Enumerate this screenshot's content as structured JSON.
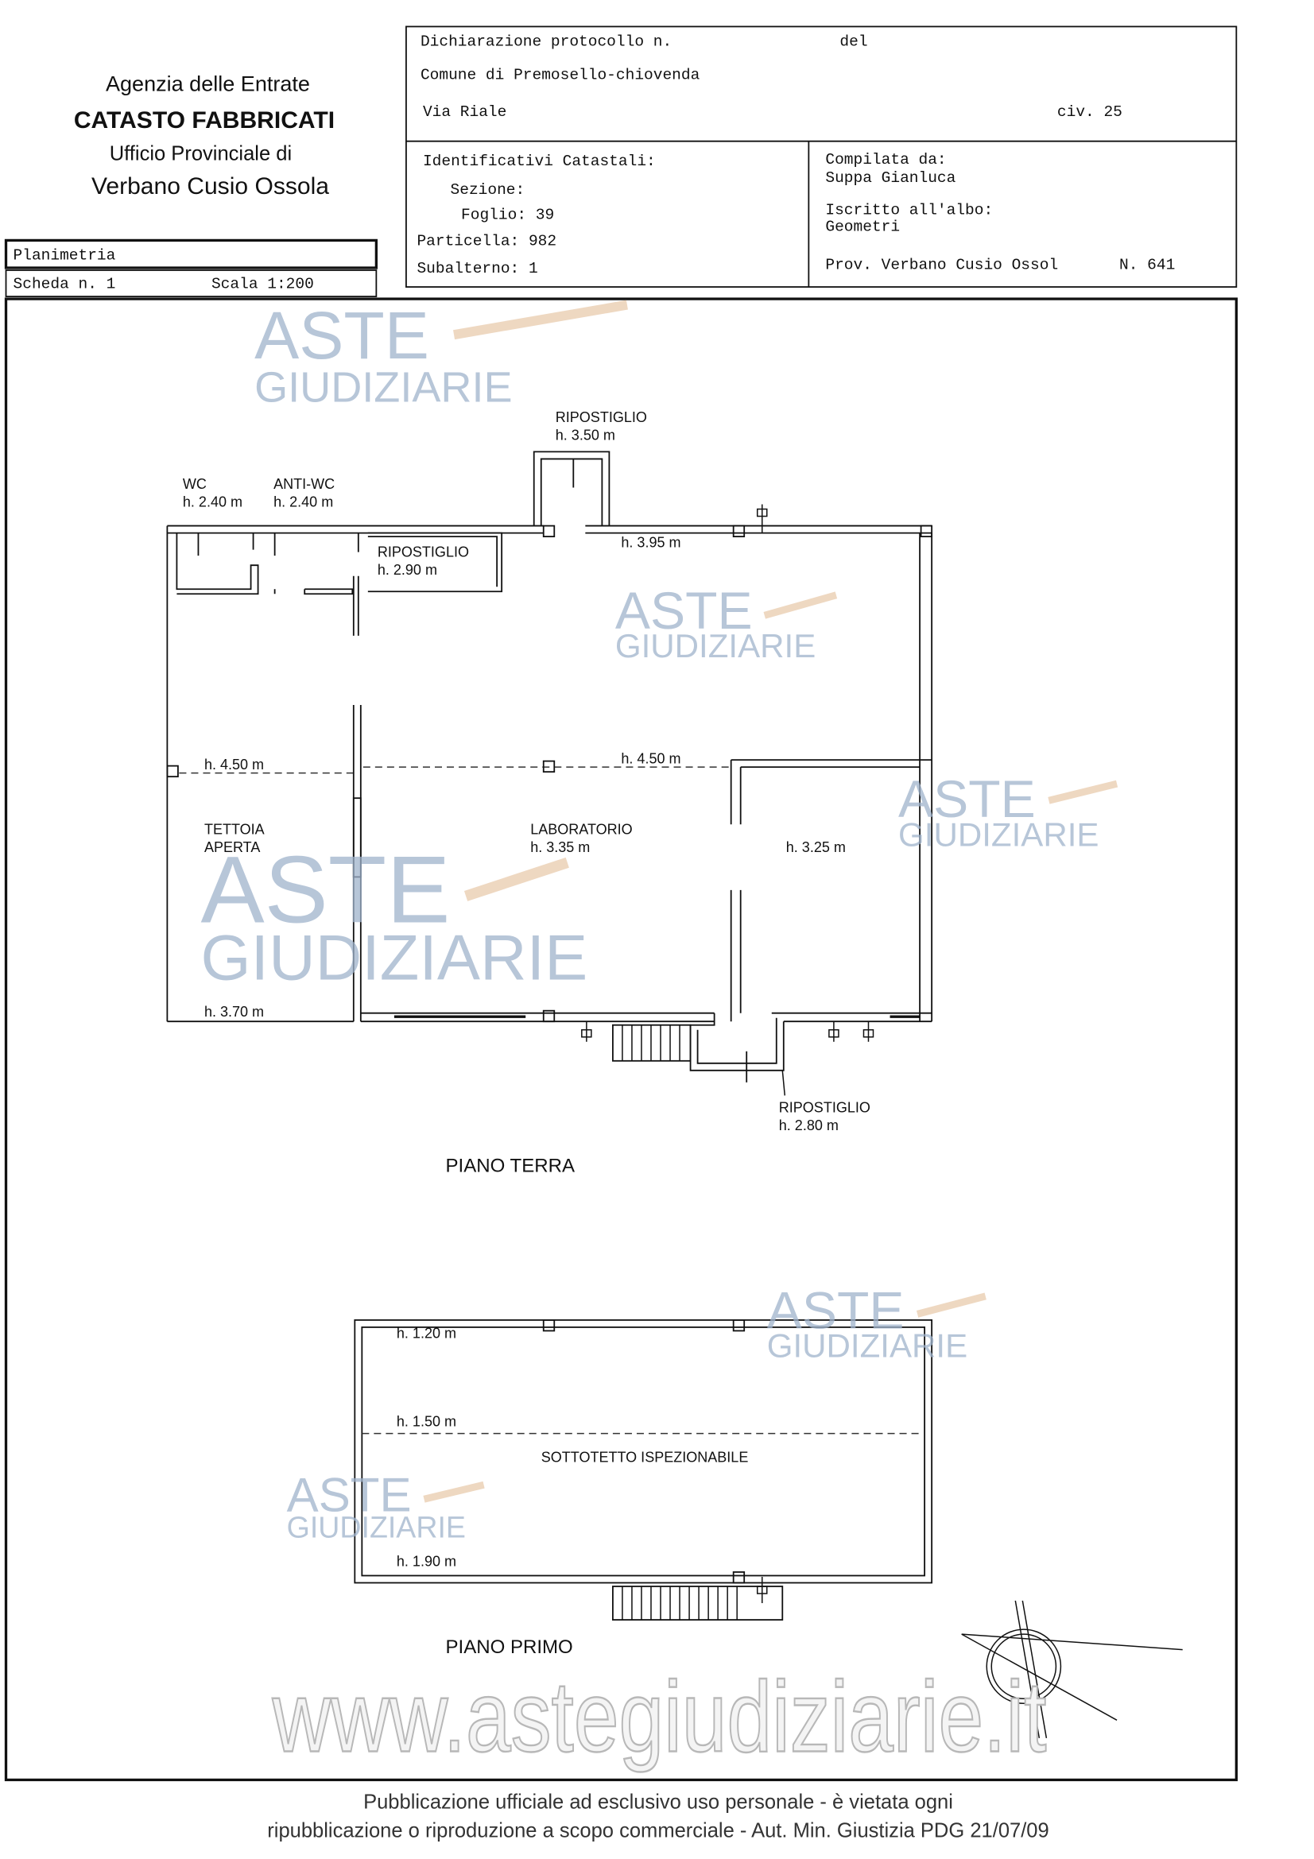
{
  "agency": {
    "line1": "Agenzia delle Entrate",
    "line2": "CATASTO FABBRICATI",
    "line3": "Ufficio Provinciale di",
    "line4": "Verbano Cusio Ossola"
  },
  "doc_type": "Planimetria",
  "scheda": "Scheda n. 1",
  "scala": "Scala 1:200",
  "header": {
    "protocollo": "Dichiarazione protocollo n.",
    "del": "del",
    "comune": "Comune di Premosello-chiovenda",
    "via": "Via Riale",
    "civ": "civ. 25"
  },
  "identificativi": {
    "title": "Identificativi Catastali:",
    "sezione": "Sezione:",
    "foglio": "Foglio: 39",
    "particella": "Particella: 982",
    "subalterno": "Subalterno: 1"
  },
  "compilata": {
    "label": "Compilata da:",
    "name": "Suppa Gianluca",
    "albo_label": "Iscritto all'albo:",
    "albo": "Geometri",
    "prov": "Prov. Verbano Cusio Ossol",
    "num": "N. 641"
  },
  "ground": {
    "title": "PIANO TERRA",
    "rooms": [
      {
        "name": "RIPOSTIGLIO",
        "h": "h. 3.50 m"
      },
      {
        "name": "WC",
        "h": "h. 2.40 m"
      },
      {
        "name": "ANTI-WC",
        "h": "h. 2.40 m"
      },
      {
        "name": "RIPOSTIGLIO",
        "h": "h. 2.90 m"
      },
      {
        "name": "TETTOIA",
        "name2": "APERTA"
      },
      {
        "name": "LABORATORIO",
        "h": "h. 3.35 m"
      },
      {
        "name": "RIPOSTIGLIO",
        "h": "h. 2.80 m"
      }
    ],
    "heights": [
      "h. 3.95 m",
      "h. 4.50 m",
      "h. 4.50 m",
      "h. 3.25 m",
      "h. 3.70 m"
    ]
  },
  "first": {
    "title": "PIANO PRIMO",
    "room": "SOTTOTETTO ISPEZIONABILE",
    "heights": [
      "h. 1.20 m",
      "h. 1.50 m",
      "h. 1.90 m"
    ]
  },
  "watermark": {
    "top": "ASTE",
    "bottom": "GIUDIZIARIE",
    "url": "www.astegiudiziarie.it"
  },
  "footer": {
    "line1": "Pubblicazione ufficiale ad esclusivo uso personale - è vietata ogni",
    "line2": "ripubblicazione o riproduzione a scopo commerciale - Aut. Min. Giustizia PDG 21/07/09"
  }
}
